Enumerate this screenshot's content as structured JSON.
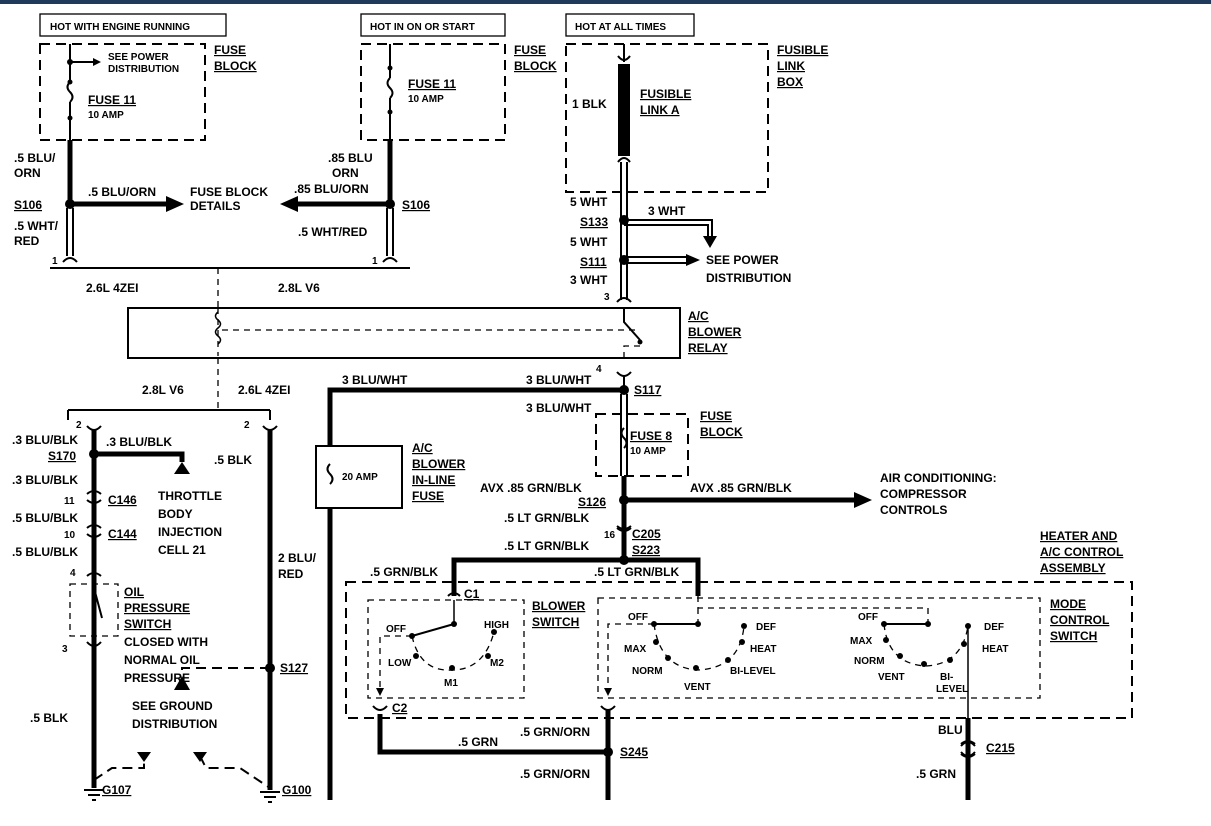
{
  "headers": {
    "hot_engine_running": "HOT WITH ENGINE RUNNING",
    "hot_on_start": "HOT IN ON OR START",
    "hot_all_times": "HOT AT ALL TIMES"
  },
  "left_fuse_block": {
    "label_1": "FUSE",
    "label_2": "BLOCK",
    "see_power_1": "SEE POWER",
    "see_power_2": "DISTRIBUTION",
    "fuse_name": "FUSE 11",
    "fuse_rating": "10 AMP"
  },
  "center_fuse_block": {
    "label_1": "FUSE",
    "label_2": "BLOCK",
    "fuse_name": "FUSE 11",
    "fuse_rating": "10 AMP"
  },
  "fusible_link_box": {
    "label_1": "FUSIBLE",
    "label_2": "LINK",
    "label_3": "BOX",
    "wire": "1 BLK",
    "link_1": "FUSIBLE",
    "link_2": "LINK A"
  },
  "left_wires": {
    "blu_orn_1": ".5 BLU/",
    "blu_orn_2": "ORN",
    "blu_orn_h": ".5 BLU/ORN",
    "s106": "S106",
    "wht_red_1": ".5 WHT/",
    "wht_red_2": "RED",
    "pin_1": "1"
  },
  "center_wires": {
    "blu_orn_1": ".85 BLU",
    "blu_orn_2": "ORN",
    "blu_orn_h": ".85 BLU/ORN",
    "s106": "S106",
    "wht_red": ".5 WHT/RED",
    "pin_1": "1"
  },
  "fuse_block_details_1": "FUSE BLOCK",
  "fuse_block_details_2": "DETAILS",
  "engines": {
    "l1": "2.6L 4ZEI",
    "l2": "2.8L V6",
    "l3": "2.8L V6",
    "l4": "2.6L 4ZEI"
  },
  "right_wires": {
    "w5_1": "5 WHT",
    "s133": "S133",
    "w3_1": "3 WHT",
    "w5_2": "5 WHT",
    "s111": "S111",
    "w3_2": "3 WHT",
    "see_power_1": "SEE POWER",
    "see_power_2": "DISTRIBUTION",
    "pin_3": "3"
  },
  "blower_relay": {
    "l1": "A/C",
    "l2": "BLOWER",
    "l3": "RELAY",
    "pin_4": "4"
  },
  "blu_wht": {
    "left": "3 BLU/WHT",
    "right": "3 BLU/WHT",
    "s117": "S117",
    "below": "3 BLU/WHT"
  },
  "fuse8_block": {
    "fuse_name": "FUSE 8",
    "fuse_rating": "10 AMP",
    "label_1": "FUSE",
    "label_2": "BLOCK"
  },
  "inline_fuse": {
    "rating": "20 AMP",
    "l1": "A/C",
    "l2": "BLOWER",
    "l3": "IN-LINE",
    "l4": "FUSE"
  },
  "compressor": {
    "avx_left": "AVX .85 GRN/BLK",
    "s126": "S126",
    "avx_right": "AVX .85 GRN/BLK",
    "l1": "AIR CONDITIONING:",
    "l2": "COMPRESSOR",
    "l3": "CONTROLS"
  },
  "grn_blk": {
    "w1": ".5 LT GRN/BLK",
    "pin16": "16",
    "c205": "C205",
    "w2": ".5 LT GRN/BLK",
    "s223": "S223",
    "left": ".5 GRN/BLK",
    "right": ".5 LT GRN/BLK",
    "c1": "C1"
  },
  "left_column": {
    "pin_2a": "2",
    "w1": ".3 BLU/BLK",
    "s170": "S170",
    "w1h": ".3 BLU/BLK",
    "w2": ".3 BLU/BLK",
    "pin_11": "11",
    "c146": "C146",
    "w3": ".5 BLU/BLK",
    "pin_10": "10",
    "c144": "C144",
    "w4": ".5 BLU/BLK",
    "pin_4": "4",
    "tbi_1": "THROTTLE",
    "tbi_2": "BODY",
    "tbi_3": "INJECTION",
    "tbi_4": "CELL 21",
    "pin_2b": "2",
    "blk_a": ".5 BLK",
    "blu_red_1": "2 BLU/",
    "blu_red_2": "RED"
  },
  "oil_switch": {
    "l1": "OIL",
    "l2": "PRESSURE",
    "l3": "SWITCH",
    "d1": "CLOSED WITH",
    "d2": "NORMAL OIL",
    "d3": "PRESSURE",
    "pin_3": "3",
    "blk": ".5 BLK"
  },
  "ground": {
    "s127": "S127",
    "see_1": "SEE GROUND",
    "see_2": "DISTRIBUTION",
    "g107": "G107",
    "g100": "G100"
  },
  "heater_assembly": {
    "l1": "HEATER AND",
    "l2": "A/C CONTROL",
    "l3": "ASSEMBLY"
  },
  "blower_switch": {
    "l1": "BLOWER",
    "l2": "SWITCH",
    "off": "OFF",
    "high": "HIGH",
    "low": "LOW",
    "m1": "M1",
    "m2": "M2",
    "c2": "C2"
  },
  "mode_switch": {
    "l1": "MODE",
    "l2": "CONTROL",
    "l3": "SWITCH",
    "a_off": "OFF",
    "a_def": "DEF",
    "a_max": "MAX",
    "a_heat": "HEAT",
    "a_norm": "NORM",
    "a_bilevel": "BI-LEVEL",
    "a_vent": "VENT",
    "b_off": "OFF",
    "b_def": "DEF",
    "b_max": "MAX",
    "b_heat": "HEAT",
    "b_norm": "NORM",
    "b_vent": "VENT",
    "b_bi": "BI-",
    "b_level": "LEVEL"
  },
  "bottom": {
    "grn": ".5 GRN",
    "grn_orn_1": ".5 GRN/ORN",
    "s245": "S245",
    "grn_orn_2": ".5 GRN/ORN",
    "blu": "BLU",
    "c215": "C215",
    "grn_2": ".5 GRN"
  }
}
